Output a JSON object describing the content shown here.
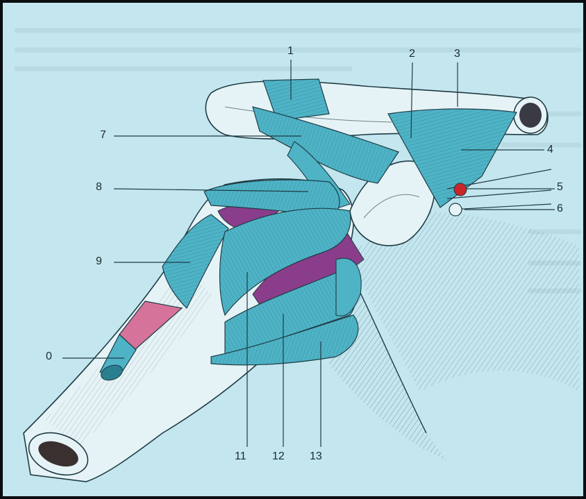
{
  "labels": [
    "1",
    "2",
    "3",
    "4",
    "5",
    "6",
    "7",
    "8",
    "9",
    "0",
    "11",
    "12",
    "13"
  ],
  "colors": {
    "background": "#c4e6ee",
    "bone": "#e6f3f6",
    "muscle": "#4fb3c6",
    "muscle_shadow": "#2f8fa3",
    "muscle_deep": "#8a3d8a",
    "vessel_pink": "#d6739a",
    "nerve_red": "#c8262a",
    "line": "#1e3b44"
  }
}
